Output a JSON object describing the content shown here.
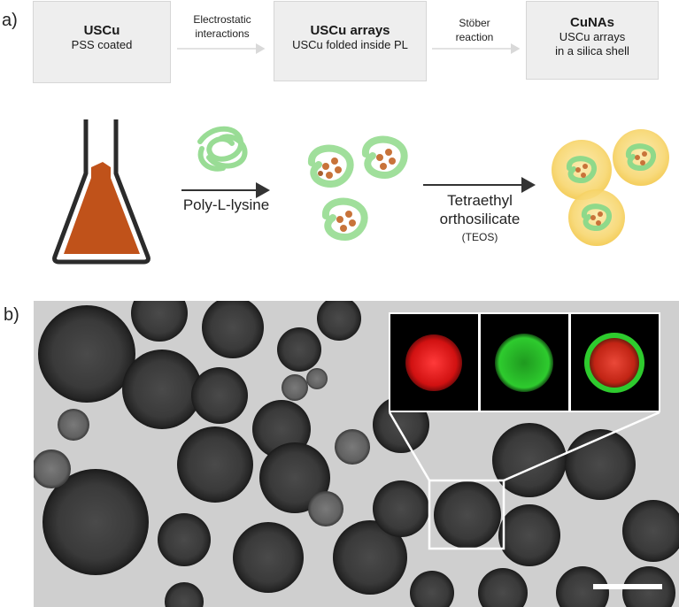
{
  "panel_a": {
    "label": "a)",
    "steps": [
      {
        "title": "USCu",
        "subtitle": [
          "PSS coated"
        ]
      },
      {
        "title": "USCu arrays",
        "subtitle": [
          "USCu folded inside PL"
        ]
      },
      {
        "title": "CuNAs",
        "subtitle": [
          "USCu arrays",
          "in a silica shell"
        ]
      }
    ],
    "arrows": [
      {
        "lines": [
          "Electrostatic",
          "interactions"
        ]
      },
      {
        "lines": [
          "Stöber",
          "reaction"
        ]
      }
    ],
    "scheme": {
      "reagent1": "Poly-L-lysine",
      "reagent2_line1": "Tetraethyl",
      "reagent2_line2": "orthosilicate",
      "reagent2_abbr": "(TEOS)"
    },
    "colors": {
      "box_fill": "#eeeeee",
      "flask_liquid": "#c0521a",
      "polymer": "#8fd98a",
      "silica_shell": "#f7d36a",
      "copper_particles": "#c8733a"
    }
  },
  "panel_b": {
    "label": "b)",
    "colors": {
      "ch1": "#e01414",
      "ch2": "#2ecb2e"
    }
  }
}
